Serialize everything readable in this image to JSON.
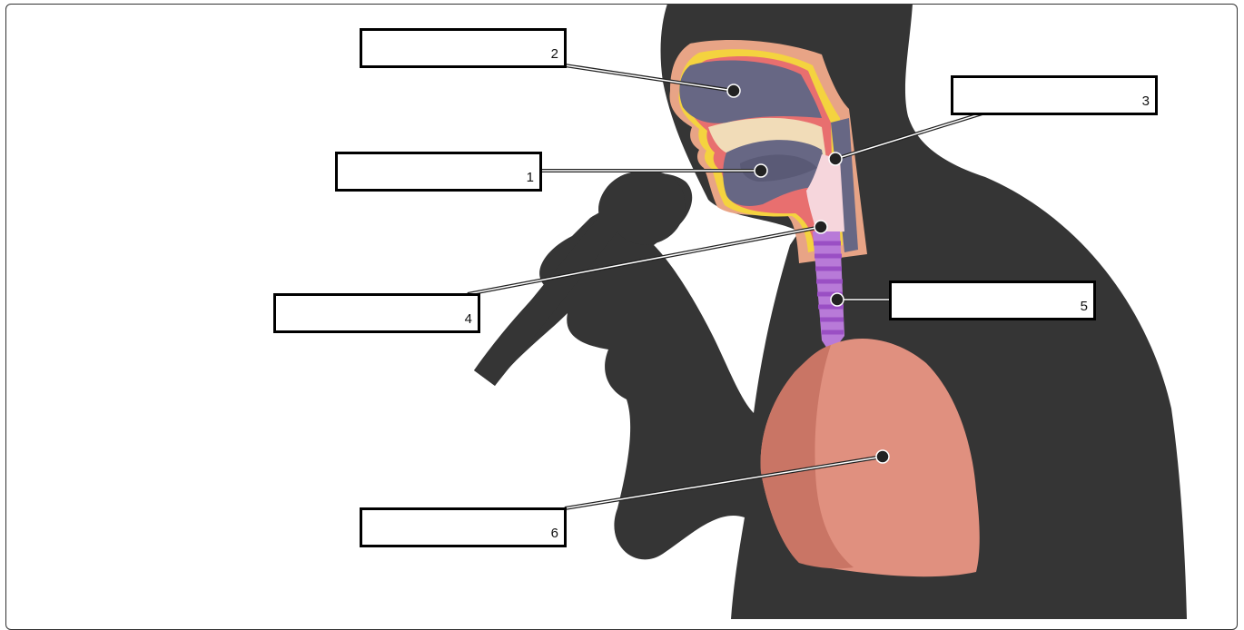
{
  "labels": [
    {
      "number": "1"
    },
    {
      "number": "2"
    },
    {
      "number": "3"
    },
    {
      "number": "4"
    },
    {
      "number": "5"
    },
    {
      "number": "6"
    }
  ],
  "colors": {
    "silhouette": "#353535",
    "nasal_cavity": "#676784",
    "lungs": "#e0907f",
    "trachea": "#b87ad8",
    "skin_outline": "#e8a486",
    "fat_yellow": "#f4d33f",
    "tissue_red": "#e86f6f",
    "pharynx_pink": "#f6d6dc"
  }
}
